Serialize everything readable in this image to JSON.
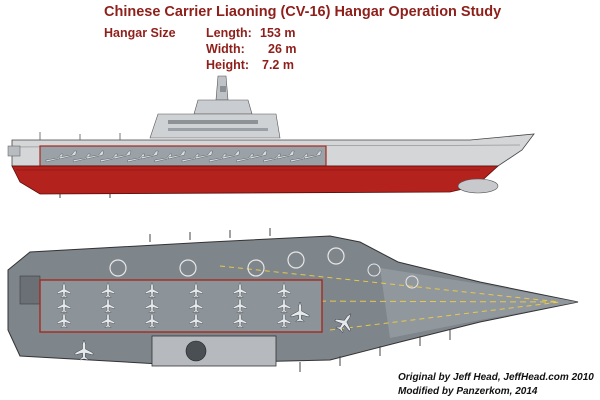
{
  "title": "Chinese Carrier Liaoning (CV-16) Hangar Operation Study",
  "hangar": {
    "heading": "Hangar Size",
    "rows": [
      {
        "label": "Length:",
        "value": "153 m"
      },
      {
        "label": "Width:",
        "value": "26 m"
      },
      {
        "label": "Height:",
        "value": "7.2 m"
      }
    ]
  },
  "credits": {
    "line1": "Original by Jeff Head, JeffHead.com 2010",
    "line2": "Modified by Panzerkom, 2014"
  },
  "colors": {
    "title": "#8e1f1a",
    "hull_red": "#b3221c",
    "hull_grey": "#d4d6d8",
    "deck": "#7e858b",
    "hangar_outline": "#a32a20",
    "deck_line": "#e8c84a"
  },
  "aircraft": {
    "side_view_count": 20,
    "top_view_hangar_count": 18,
    "top_view_deck_count": 3
  }
}
